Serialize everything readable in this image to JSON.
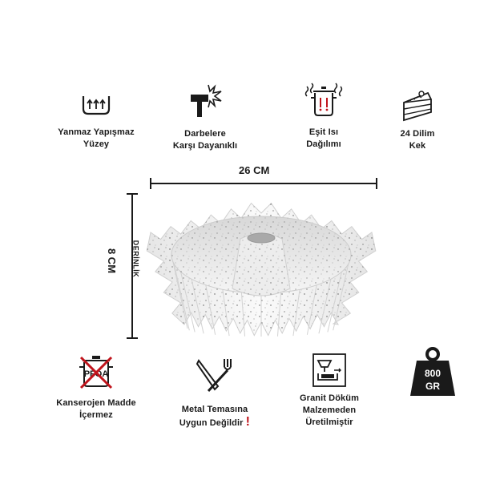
{
  "features_top": [
    {
      "icon": "nonstick-pan-icon",
      "line1": "Yanmaz Yapışmaz",
      "line2": "Yüzey"
    },
    {
      "icon": "hammer-impact-icon",
      "line1": "Darbelere",
      "line2": "Karşı Dayanıklı"
    },
    {
      "icon": "heated-pot-icon",
      "line1": "Eşit Isı",
      "line2": "Dağılımı"
    },
    {
      "icon": "cake-slice-icon",
      "line1": "24 Dilim",
      "line2": "Kek"
    }
  ],
  "features_bottom": [
    {
      "icon": "pfoa-free-pot-icon",
      "line1": "Kanserojen Madde",
      "line2": "İçermez"
    },
    {
      "icon": "fork-knife-cross-icon",
      "line1": "Metal Temasına",
      "line2": "Uygun Değildir",
      "mark": "!"
    },
    {
      "icon": "casting-ladle-icon",
      "line1": "Granit Döküm",
      "line2": "Malzemeden",
      "line3": "Üretilmiştir"
    },
    {
      "icon": "weight-icon",
      "line1": "",
      "line2": ""
    }
  ],
  "dimensions": {
    "width_label": "26 CM",
    "height_label": "8 CM",
    "depth_label": "DERİNLİK"
  },
  "icon_text": {
    "pfoa": "PFOA",
    "weight_value": "800",
    "weight_unit": "GR"
  },
  "colors": {
    "text": "#1a1a1a",
    "accent_red": "#c0141c",
    "pan_white": "#f2f2f2",
    "speckle": "#3a3a3a"
  }
}
